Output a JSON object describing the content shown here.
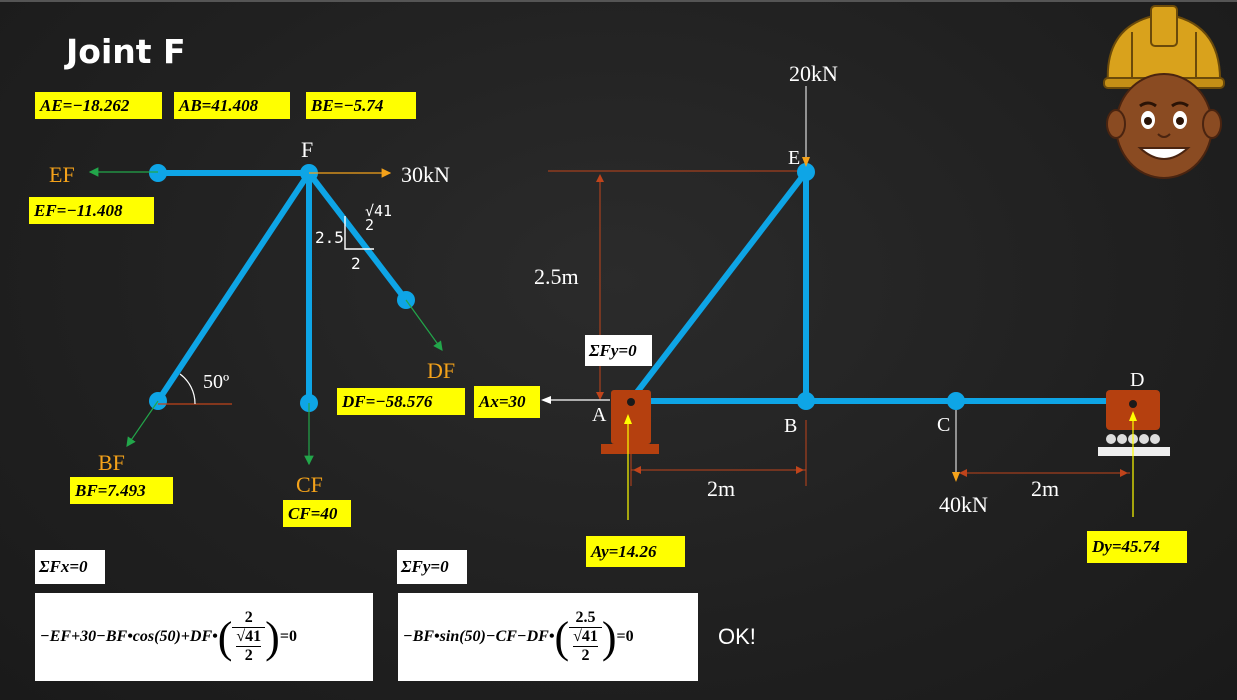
{
  "title": "Joint F",
  "member_forces": {
    "ae": "AE=−18.262",
    "ab": "AB=41.408",
    "be": "BE=−5.74",
    "ef": "EF=−11.408",
    "bf": "BF=7.493",
    "cf": "CF=40",
    "df": "DF=−58.576"
  },
  "joint_f_labels": {
    "joint": "F",
    "ef": "EF",
    "bf": "BF",
    "cf": "CF",
    "df": "DF",
    "load": "30kN",
    "angle": "50º",
    "slope_run": "2",
    "slope_rise": "2.5",
    "slope_hyp": "√41 2"
  },
  "truss_labels": {
    "load_top": "20kN",
    "load_bottom": "40kN",
    "height": "2.5m",
    "span_ab": "2m",
    "span_cd": "2m",
    "node_a": "A",
    "node_b": "B",
    "node_c": "C",
    "node_d": "D",
    "node_e": "E"
  },
  "reactions": {
    "sum_fy_note": "ΣFy=0",
    "ax": "Ax=30",
    "ay": "Ay=14.26",
    "dy": "Dy=45.74"
  },
  "equations": {
    "sum_fx": "ΣFx=0",
    "sum_fy": "ΣFy=0",
    "eq_x_prefix": "−EF+30−BF•cos(50)+DF•",
    "eq_x_num": "2",
    "eq_x_den_root": "√41",
    "eq_x_den_two": "2",
    "eq_x_suffix": "=0",
    "eq_y_prefix": "−BF•sin(50)−CF−DF•",
    "eq_y_num": "2.5",
    "eq_y_den_root": "√41",
    "eq_y_den_two": "2",
    "eq_y_suffix": "=0"
  },
  "status": "OK!",
  "colors": {
    "member": "#0ea5e6",
    "arrow_green": "#22a64a",
    "arrow_orange": "#f4a21a",
    "support": "#b5400f",
    "highlight": "#ffff00"
  },
  "icons": [
    "engineer-avatar-icon"
  ]
}
